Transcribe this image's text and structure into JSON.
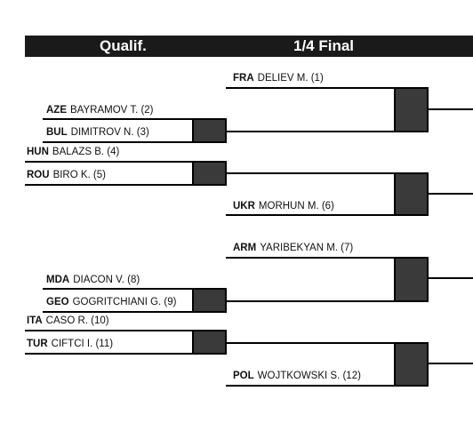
{
  "header": {
    "col1": "Qualif.",
    "col2": "1/4 Final"
  },
  "entries": [
    {
      "country": "FRA",
      "name": "DELIEV M. (1)"
    },
    {
      "country": "AZE",
      "name": "BAYRAMOV T. (2)"
    },
    {
      "country": "BUL",
      "name": "DIMITROV N. (3)"
    },
    {
      "country": "HUN",
      "name": "BALAZS B. (4)"
    },
    {
      "country": "ROU",
      "name": "BIRO K. (5)"
    },
    {
      "country": "UKR",
      "name": "MORHUN M. (6)"
    },
    {
      "country": "ARM",
      "name": "YARIBEKYAN M. (7)"
    },
    {
      "country": "MDA",
      "name": "DIACON V. (8)"
    },
    {
      "country": "GEO",
      "name": "GOGRITCHIANI G. (9)"
    },
    {
      "country": "ITA",
      "name": "CASO R. (10)"
    },
    {
      "country": "TUR",
      "name": "CIFTCI I. (11)"
    },
    {
      "country": "POL",
      "name": "WOJTKOWSKI S. (12)"
    }
  ]
}
